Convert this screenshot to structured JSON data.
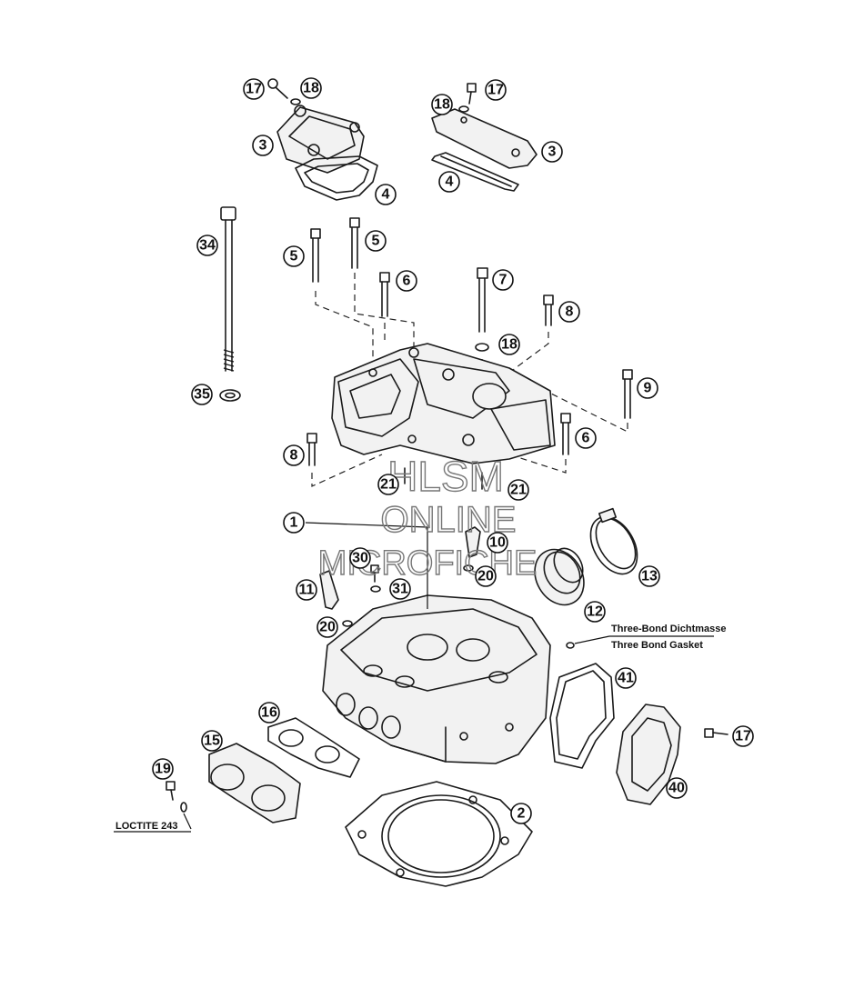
{
  "callouts": [
    {
      "id": "c17a",
      "label": "17"
    },
    {
      "id": "c18a",
      "label": "18"
    },
    {
      "id": "c3a",
      "label": "3"
    },
    {
      "id": "c4a",
      "label": "4"
    },
    {
      "id": "c18b",
      "label": "18"
    },
    {
      "id": "c17b",
      "label": "17"
    },
    {
      "id": "c3b",
      "label": "3"
    },
    {
      "id": "c4b",
      "label": "4"
    },
    {
      "id": "c34",
      "label": "34"
    },
    {
      "id": "c5a",
      "label": "5"
    },
    {
      "id": "c5b",
      "label": "5"
    },
    {
      "id": "c6a",
      "label": "6"
    },
    {
      "id": "c7",
      "label": "7"
    },
    {
      "id": "c8a",
      "label": "8"
    },
    {
      "id": "c18c",
      "label": "18"
    },
    {
      "id": "c9",
      "label": "9"
    },
    {
      "id": "c35",
      "label": "35"
    },
    {
      "id": "c6b",
      "label": "6"
    },
    {
      "id": "c8b",
      "label": "8"
    },
    {
      "id": "c21a",
      "label": "21"
    },
    {
      "id": "c21b",
      "label": "21"
    },
    {
      "id": "c1",
      "label": "1"
    },
    {
      "id": "c10",
      "label": "10"
    },
    {
      "id": "c30",
      "label": "30"
    },
    {
      "id": "c20a",
      "label": "20"
    },
    {
      "id": "c13",
      "label": "13"
    },
    {
      "id": "c11",
      "label": "11"
    },
    {
      "id": "c31",
      "label": "31"
    },
    {
      "id": "c12",
      "label": "12"
    },
    {
      "id": "c20b",
      "label": "20"
    },
    {
      "id": "c41",
      "label": "41"
    },
    {
      "id": "c16",
      "label": "16"
    },
    {
      "id": "c17c",
      "label": "17"
    },
    {
      "id": "c15",
      "label": "15"
    },
    {
      "id": "c19",
      "label": "19"
    },
    {
      "id": "c40",
      "label": "40"
    },
    {
      "id": "c2",
      "label": "2"
    }
  ],
  "notes": {
    "threebond_de": "Three-Bond Dichtmasse",
    "threebond_en": "Three Bond Gasket",
    "loctite": "LOCTITE 243"
  },
  "watermark": {
    "line1": "HLSM",
    "line2": "ONLINE",
    "line3": "MICROFICHE"
  },
  "colors": {
    "ink": "#1a1a1a",
    "watermark": "#777777",
    "background": "#ffffff"
  }
}
